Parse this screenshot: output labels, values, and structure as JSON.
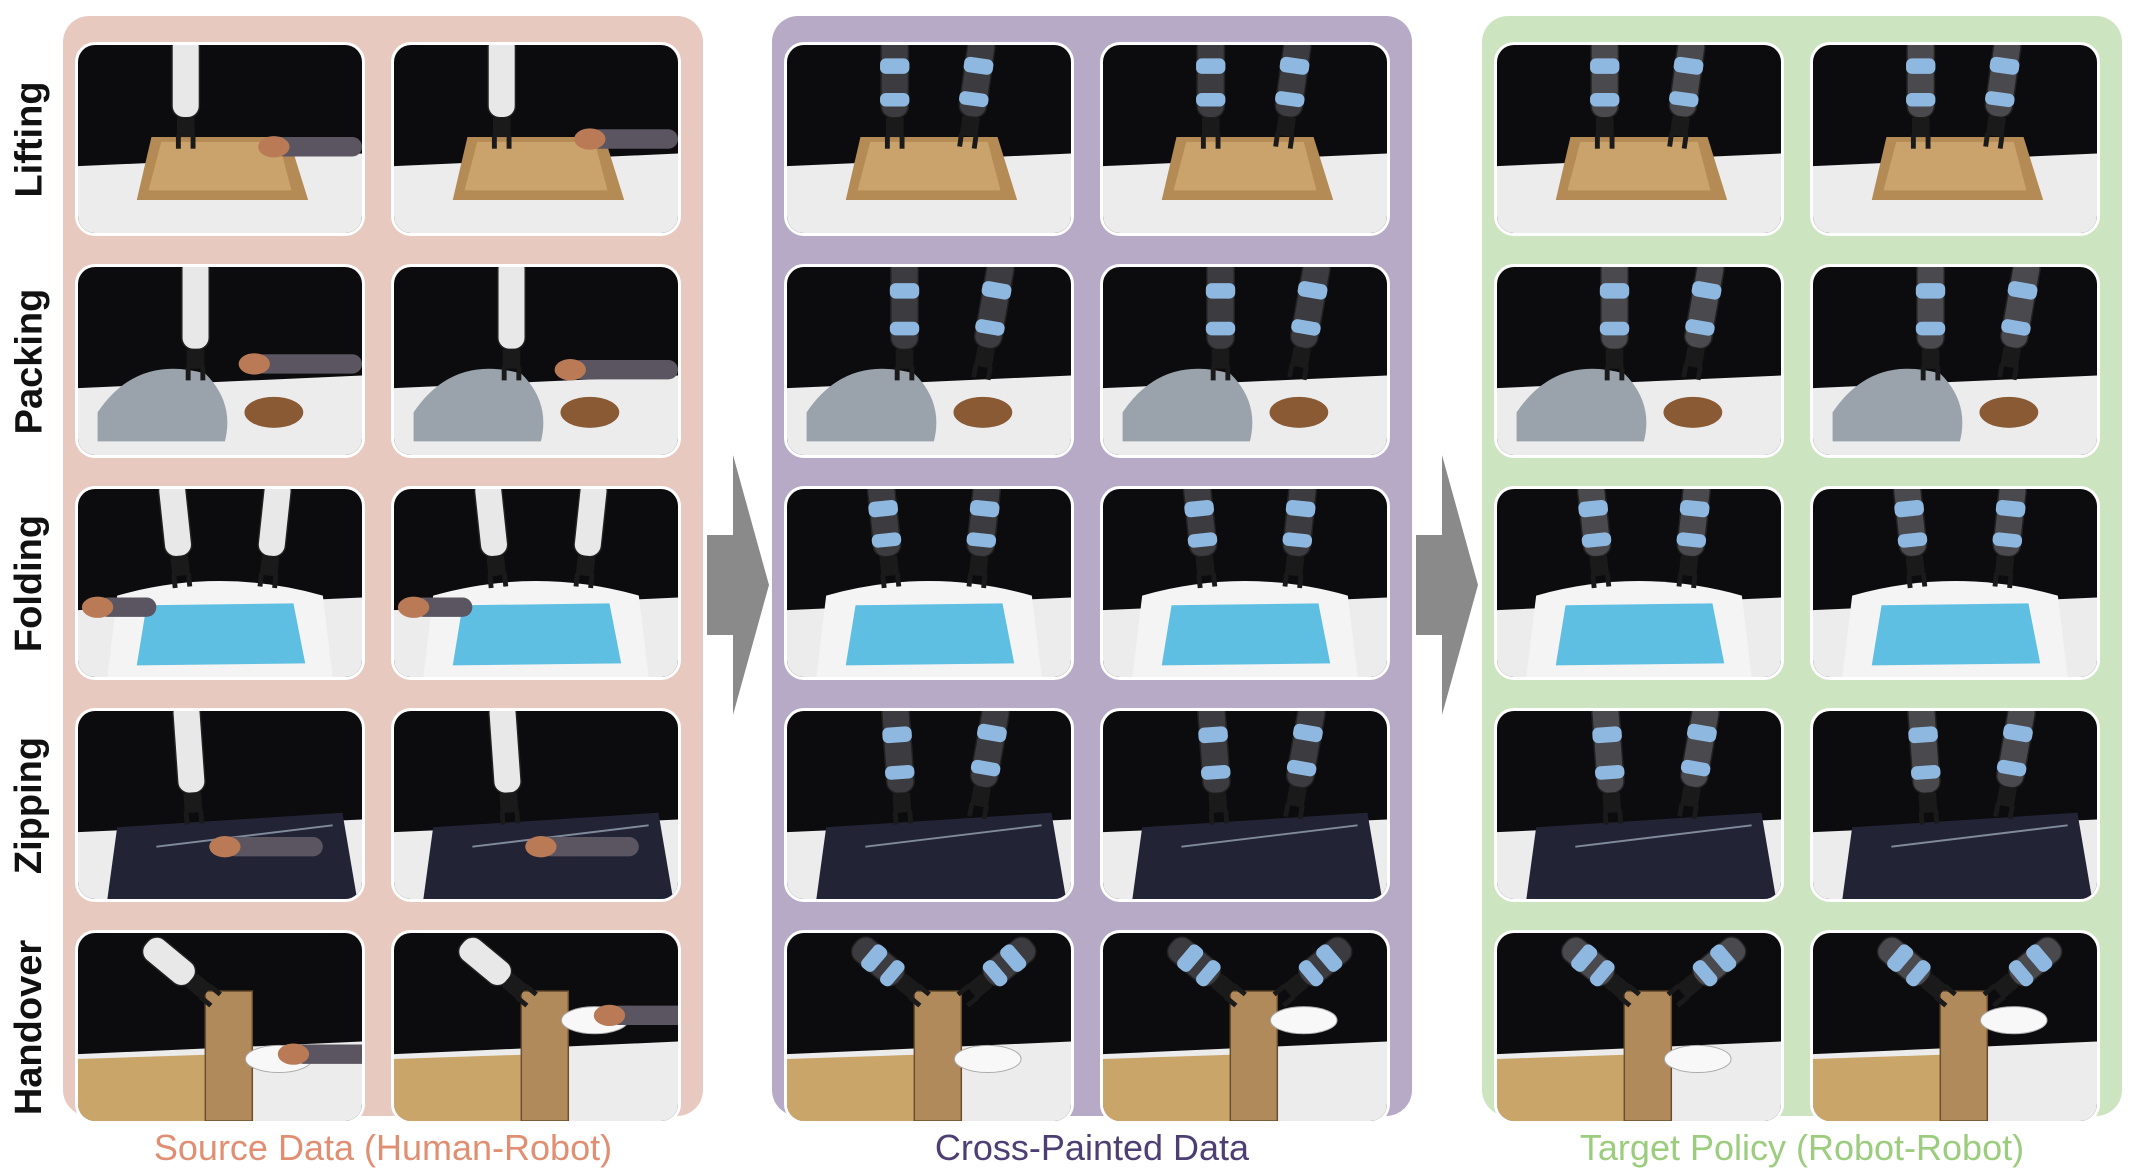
{
  "rows": [
    "Lifting",
    "Packing",
    "Folding",
    "Zipping",
    "Handover"
  ],
  "panels": [
    {
      "key": "source",
      "caption": "Source Data (Human-Robot)",
      "caption_color": "#e08f72",
      "bg_color": "#e8c9bf",
      "robot_color": "#e8e8e8",
      "hand": "human"
    },
    {
      "key": "cross",
      "caption": "Cross-Painted Data",
      "caption_color": "#4d3f73",
      "bg_color": "#b6aac6",
      "robot_color": "#3c3c40",
      "hand": "robot"
    },
    {
      "key": "target",
      "caption": "Target Policy (Robot-Robot)",
      "caption_color": "#9ccc7e",
      "bg_color": "#cde4c1",
      "robot_color": "#4a4a4e",
      "hand": "robot"
    }
  ],
  "colors": {
    "arrow": "#8a8a8a",
    "box": "#c9a36b",
    "towel": "#5fbfe2",
    "shirt": "#222436",
    "bag": "#9aa3ac",
    "wood": "#c9a56a",
    "accent_joint": "#8fb8e0"
  }
}
